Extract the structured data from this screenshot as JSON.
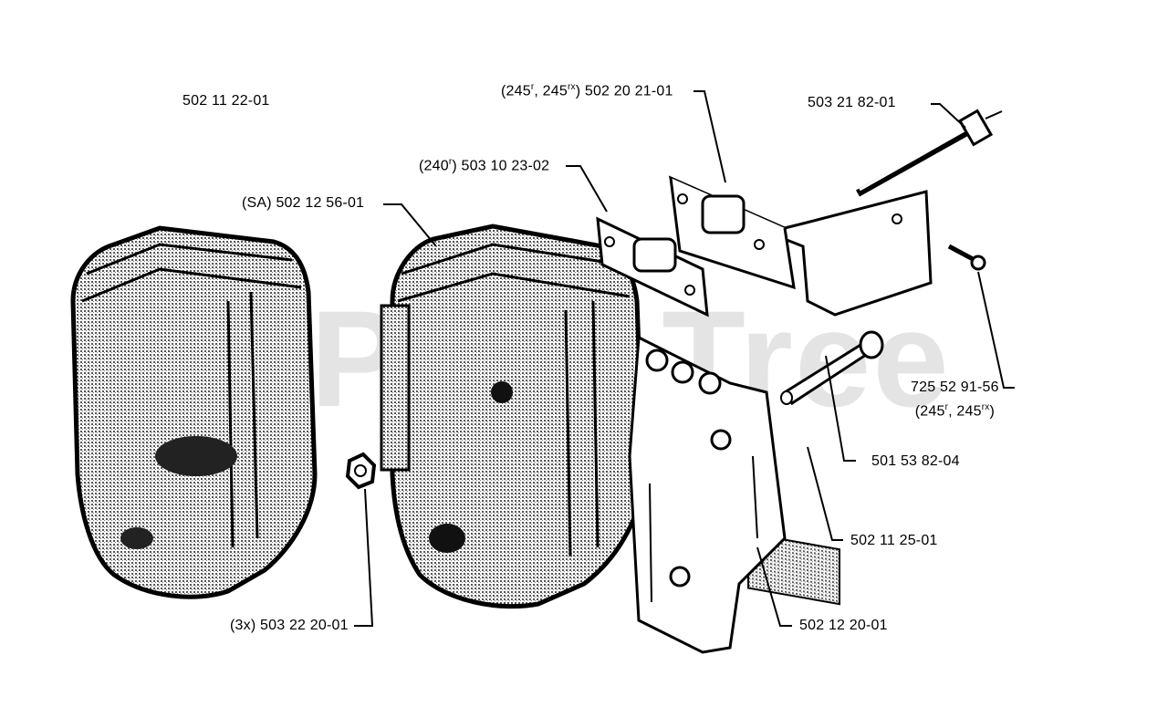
{
  "watermark": "PartsTree",
  "labels": {
    "muffler_left": "502 11 22-01",
    "muffler_sa": "(SA) 502 12 56-01",
    "gasket_240": {
      "prefix": "(240",
      "sup": "r",
      "suffix": ") 503 10 23-02"
    },
    "bracket_245": {
      "prefix": "(245",
      "sup1": "r",
      "mid": ", 245",
      "sup2": "rx",
      "suffix": ") 502 20 21-01"
    },
    "bolt_long": "503 21 82-01",
    "screw_245": {
      "line1": "725 52 91-56",
      "prefix": "(245",
      "sup1": "r",
      "mid": ", 245",
      "sup2": "rx",
      "suffix": ")"
    },
    "bolt_short": "501 53 82-04",
    "screen": "502 11 25-01",
    "plate": "502 12 20-01",
    "nut": "(3x) 503 22 20-01"
  },
  "colors": {
    "ink": "#000000",
    "stipple": "#6a6a6a",
    "watermark": "#cfcfcf"
  }
}
